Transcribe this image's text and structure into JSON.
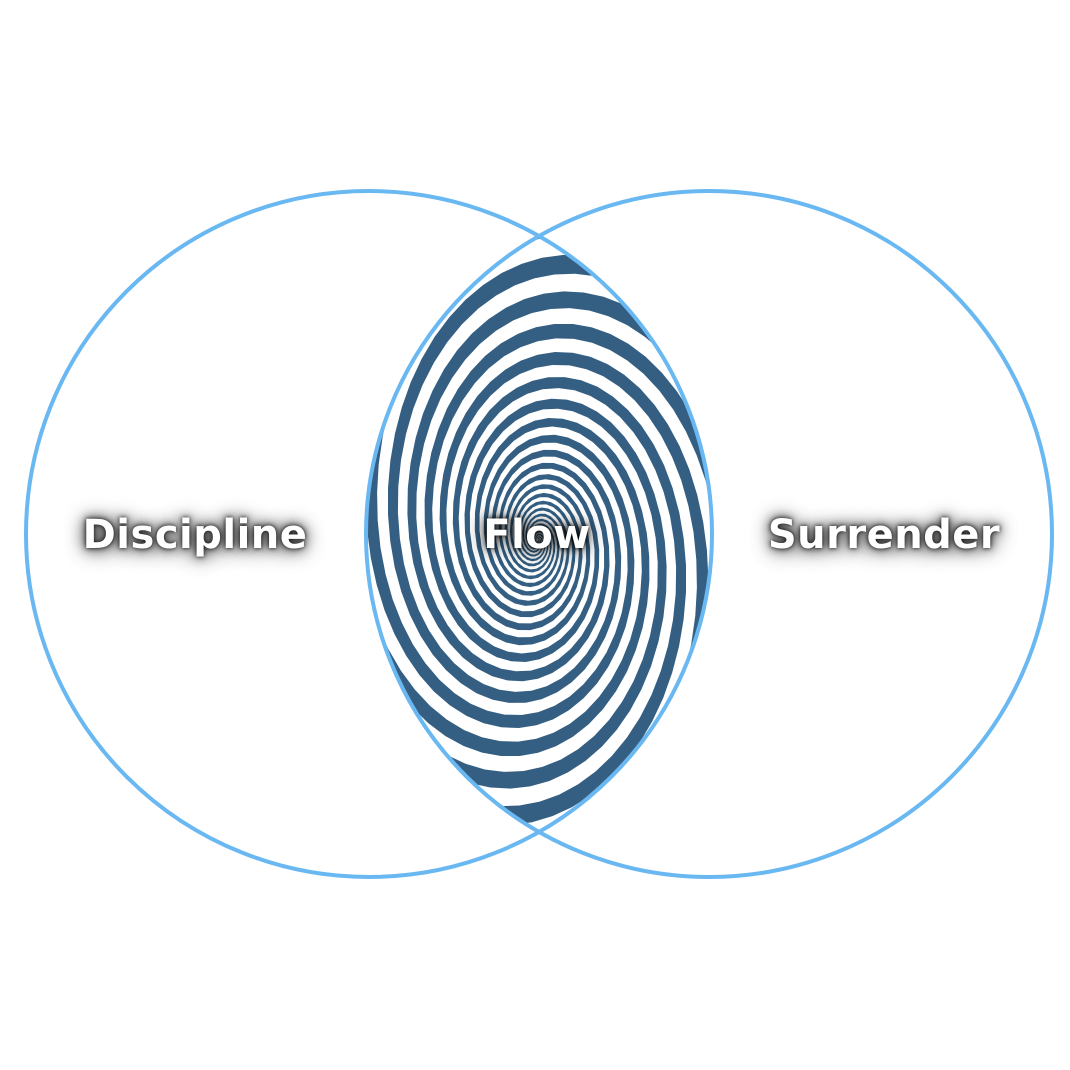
{
  "diagram": {
    "left_label": "Discipline",
    "center_label": "Flow",
    "right_label": "Surrender"
  },
  "colors": {
    "circle_stroke": "#6ab8f2",
    "spiral_dark": "#345f82",
    "spiral_light": "#ffffff",
    "background": "#ffffff"
  }
}
